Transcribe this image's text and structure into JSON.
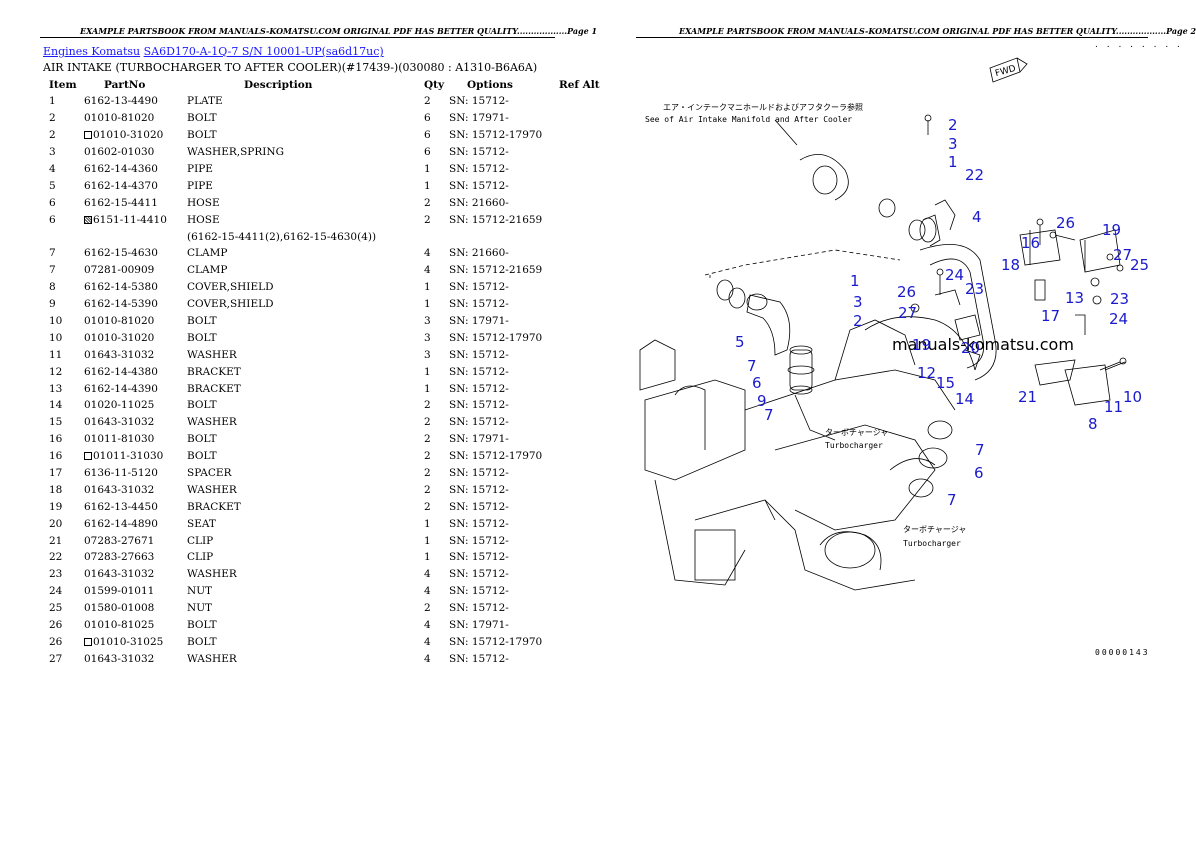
{
  "header_left": "EXAMPLE PARTSBOOK FROM MANUALS-KOMATSU.COM ORIGINAL PDF HAS BETTER QUALITY..................Page 1",
  "header_right": "EXAMPLE PARTSBOOK FROM MANUALS-KOMATSU.COM ORIGINAL PDF HAS BETTER QUALITY..................Page 2",
  "breadcrumb": {
    "engines": "Engines Komatsu",
    "model": "SA6D170-A-1Q-7 S/N 10001-UP(sa6d17uc)"
  },
  "subtitle": "AIR INTAKE (TURBOCHARGER TO AFTER COOLER)(#17439-)(030080 : A1310-B6A6A)",
  "columns": {
    "item": "Item",
    "partno": "PartNo",
    "description": "Description",
    "qty": "Qty",
    "options": "Options",
    "refalt": "Ref Alt"
  },
  "rows": [
    {
      "item": "1",
      "part": "6162-13-4490",
      "mark": "",
      "desc": "PLATE",
      "qty": "2",
      "opt": "SN: 15712-"
    },
    {
      "item": "2",
      "part": "01010-81020",
      "mark": "",
      "desc": "BOLT",
      "qty": "6",
      "opt": "SN: 17971-"
    },
    {
      "item": "2",
      "part": "01010-31020",
      "mark": "box",
      "desc": "BOLT",
      "qty": "6",
      "opt": "SN: 15712-17970"
    },
    {
      "item": "3",
      "part": "01602-01030",
      "mark": "",
      "desc": "WASHER,SPRING",
      "qty": "6",
      "opt": "SN: 15712-"
    },
    {
      "item": "4",
      "part": "6162-14-4360",
      "mark": "",
      "desc": "PIPE",
      "qty": "1",
      "opt": "SN: 15712-"
    },
    {
      "item": "5",
      "part": "6162-14-4370",
      "mark": "",
      "desc": "PIPE",
      "qty": "1",
      "opt": "SN: 15712-"
    },
    {
      "item": "6",
      "part": "6162-15-4411",
      "mark": "",
      "desc": "HOSE",
      "qty": "2",
      "opt": "SN: 21660-"
    },
    {
      "item": "6",
      "part": "6151-11-4410",
      "mark": "filled",
      "desc": "HOSE",
      "qty": "2",
      "opt": "SN: 15712-21659"
    },
    {
      "item": "",
      "part": "",
      "mark": "",
      "desc": "(6162-15-4411(2),6162-15-4630(4))",
      "qty": "",
      "opt": ""
    },
    {
      "item": "7",
      "part": "6162-15-4630",
      "mark": "",
      "desc": "CLAMP",
      "qty": "4",
      "opt": "SN: 21660-"
    },
    {
      "item": "7",
      "part": "07281-00909",
      "mark": "",
      "desc": "CLAMP",
      "qty": "4",
      "opt": "SN: 15712-21659"
    },
    {
      "item": "8",
      "part": "6162-14-5380",
      "mark": "",
      "desc": "COVER,SHIELD",
      "qty": "1",
      "opt": "SN: 15712-"
    },
    {
      "item": "9",
      "part": "6162-14-5390",
      "mark": "",
      "desc": "COVER,SHIELD",
      "qty": "1",
      "opt": "SN: 15712-"
    },
    {
      "item": "10",
      "part": "01010-81020",
      "mark": "",
      "desc": "BOLT",
      "qty": "3",
      "opt": "SN: 17971-"
    },
    {
      "item": "10",
      "part": "01010-31020",
      "mark": "",
      "desc": "BOLT",
      "qty": "3",
      "opt": "SN: 15712-17970"
    },
    {
      "item": "11",
      "part": "01643-31032",
      "mark": "",
      "desc": "WASHER",
      "qty": "3",
      "opt": "SN: 15712-"
    },
    {
      "item": "12",
      "part": "6162-14-4380",
      "mark": "",
      "desc": "BRACKET",
      "qty": "1",
      "opt": "SN: 15712-"
    },
    {
      "item": "13",
      "part": "6162-14-4390",
      "mark": "",
      "desc": "BRACKET",
      "qty": "1",
      "opt": "SN: 15712-"
    },
    {
      "item": "14",
      "part": "01020-11025",
      "mark": "",
      "desc": "BOLT",
      "qty": "2",
      "opt": "SN: 15712-"
    },
    {
      "item": "15",
      "part": "01643-31032",
      "mark": "",
      "desc": "WASHER",
      "qty": "2",
      "opt": "SN: 15712-"
    },
    {
      "item": "16",
      "part": "01011-81030",
      "mark": "",
      "desc": "BOLT",
      "qty": "2",
      "opt": "SN: 17971-"
    },
    {
      "item": "16",
      "part": "01011-31030",
      "mark": "box",
      "desc": "BOLT",
      "qty": "2",
      "opt": "SN: 15712-17970"
    },
    {
      "item": "17",
      "part": "6136-11-5120",
      "mark": "",
      "desc": "SPACER",
      "qty": "2",
      "opt": "SN: 15712-"
    },
    {
      "item": "18",
      "part": "01643-31032",
      "mark": "",
      "desc": "WASHER",
      "qty": "2",
      "opt": "SN: 15712-"
    },
    {
      "item": "19",
      "part": "6162-13-4450",
      "mark": "",
      "desc": "BRACKET",
      "qty": "2",
      "opt": "SN: 15712-"
    },
    {
      "item": "20",
      "part": "6162-14-4890",
      "mark": "",
      "desc": "SEAT",
      "qty": "1",
      "opt": "SN: 15712-"
    },
    {
      "item": "21",
      "part": "07283-27671",
      "mark": "",
      "desc": "CLIP",
      "qty": "1",
      "opt": "SN: 15712-"
    },
    {
      "item": "22",
      "part": "07283-27663",
      "mark": "",
      "desc": "CLIP",
      "qty": "1",
      "opt": "SN: 15712-"
    },
    {
      "item": "23",
      "part": "01643-31032",
      "mark": "",
      "desc": "WASHER",
      "qty": "4",
      "opt": "SN: 15712-"
    },
    {
      "item": "24",
      "part": "01599-01011",
      "mark": "",
      "desc": "NUT",
      "qty": "4",
      "opt": "SN: 15712-"
    },
    {
      "item": "25",
      "part": "01580-01008",
      "mark": "",
      "desc": "NUT",
      "qty": "2",
      "opt": "SN: 15712-"
    },
    {
      "item": "26",
      "part": "01010-81025",
      "mark": "",
      "desc": "BOLT",
      "qty": "4",
      "opt": "SN: 17971-"
    },
    {
      "item": "26",
      "part": "01010-31025",
      "mark": "box",
      "desc": "BOLT",
      "qty": "4",
      "opt": "SN: 15712-17970"
    },
    {
      "item": "27",
      "part": "01643-31032",
      "mark": "",
      "desc": "WASHER",
      "qty": "4",
      "opt": "SN: 15712-"
    }
  ],
  "diagram": {
    "dots": ". . . . . . . .",
    "fwd": "FWD",
    "jp_note": "エア・インテークマニホールドおよびアフタクーラ参照",
    "see_note": "See of Air Intake Manifold and After Cooler",
    "turbo_jp_1": "ターボチャージャ",
    "turbo_en_1": "Turbocharger",
    "turbo_jp_2": "ターボチャージャ",
    "turbo_en_2": "Turbocharger",
    "watermark": "manuals-komatsu.com",
    "page_code": "00000143",
    "callouts": {
      "c2a": "2",
      "c3a": "3",
      "c1a": "1",
      "c22": "22",
      "c4": "4",
      "c26a": "26",
      "c19": "19",
      "c16": "16",
      "c27a": "27",
      "c25": "25",
      "c18": "18",
      "c24a": "24",
      "c13": "13",
      "c23a": "23",
      "c24b": "24",
      "c1b": "1",
      "c26b": "26",
      "c23b": "23",
      "c3b": "3",
      "c2b": "2",
      "c27b": "27",
      "c17": "17",
      "c5": "5",
      "c19b": "19",
      "c20": "20",
      "c7a": "7",
      "c12": "12",
      "c15": "15",
      "c6a": "6",
      "c9": "9",
      "c14": "14",
      "c21": "21",
      "c11": "11",
      "c10": "10",
      "c7b": "7",
      "c8": "8",
      "c7c": "7",
      "c6b": "6",
      "c7d": "7"
    }
  }
}
